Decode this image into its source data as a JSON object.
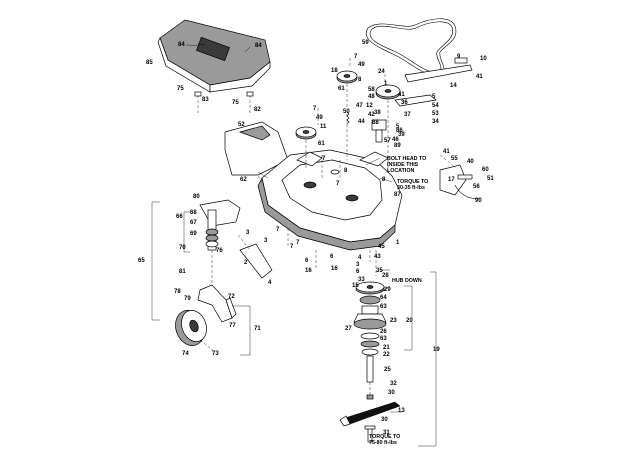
{
  "diagram": {
    "labels": {
      "l84a": "84",
      "l84b": "84",
      "l85": "85",
      "l75a": "75",
      "l83": "83",
      "l75b": "75",
      "l82": "82",
      "l59": "59",
      "l9": "9",
      "l10": "10",
      "l41a": "41",
      "l14": "14",
      "l7a": "7",
      "l49a": "49",
      "l18": "18",
      "l8a": "8",
      "l24": "24",
      "l61a": "61",
      "l1a": "1",
      "l41b": "41",
      "l58": "58",
      "l36": "36",
      "l5a": "5",
      "l54": "54",
      "l53": "53",
      "l34": "34",
      "l48": "48",
      "l12": "12",
      "l47": "47",
      "l42": "42",
      "l37": "37",
      "l7b": "7",
      "l49b": "49",
      "l11": "11",
      "l50": "50",
      "l44": "44",
      "l46": "46",
      "l39": "39",
      "l57": "57",
      "l89": "89",
      "l61b": "61",
      "l52": "52",
      "l62": "62",
      "l8b": "8",
      "l8c": "8",
      "l7c": "7",
      "l7d": "7",
      "l7e": "7",
      "l55": "55",
      "l41c": "41",
      "l60": "60",
      "l51": "51",
      "l40": "40",
      "l17": "17",
      "l56": "56",
      "l90": "90",
      "l80": "80",
      "l66": "66",
      "l68": "68",
      "l67": "67",
      "l69": "69",
      "l70": "70",
      "l76": "76",
      "l65": "65",
      "l3a": "3",
      "l2": "2",
      "l4a": "4",
      "l7f": "7",
      "l3b": "3",
      "l7g": "7",
      "l1b": "1",
      "l45": "45",
      "l43": "43",
      "l6a": "6",
      "l6b": "6",
      "l16a": "16",
      "l16b": "16",
      "l3c": "3",
      "l6c": "6",
      "l4b": "4",
      "l81": "81",
      "l79": "79",
      "l78": "78",
      "l72": "72",
      "l77": "77",
      "l71": "71",
      "l74": "74",
      "l73": "73",
      "l35": "35",
      "l33": "33",
      "l28": "28",
      "l15": "15",
      "l29": "29",
      "l64": "64",
      "l63": "63",
      "l20": "20",
      "l23": "23",
      "l27": "27",
      "l26": "26",
      "l22": "22",
      "l21": "21",
      "l19": "19",
      "l25": "25",
      "l32": "32",
      "l30": "30",
      "l31": "31",
      "l13": "13",
      "l86": "86",
      "l87": "87",
      "l88": "88",
      "l38": "38",
      "l5b": "5"
    },
    "notes": {
      "bolt_head_1": "BOLT HEAD TO",
      "bolt_head_2": "INSIDE THIS",
      "bolt_head_3": "LOCATION",
      "torque_top_1": "TORQUE TO",
      "torque_top_2": "30-35 ft-lbs",
      "hub_down": "HUB DOWN",
      "torque_bottom_1": "TORQUE TO",
      "torque_bottom_2": "75-80 ft-lbs"
    }
  }
}
